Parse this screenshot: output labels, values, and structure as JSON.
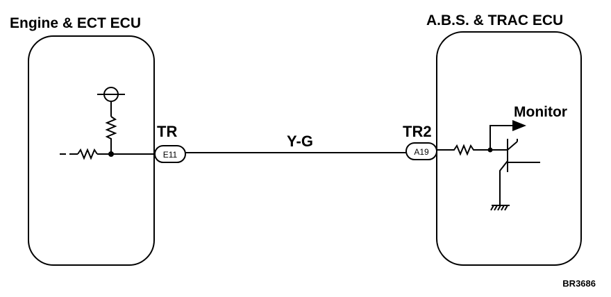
{
  "left_ecu": {
    "title": "Engine & ECT ECU",
    "pin_label": "TR",
    "terminal": "E11"
  },
  "right_ecu": {
    "title": "A.B.S. & TRAC ECU",
    "pin_label": "TR2",
    "terminal": "A19",
    "output_label": "Monitor"
  },
  "wire": {
    "color_code": "Y-G"
  },
  "figure_code": "BR3686"
}
